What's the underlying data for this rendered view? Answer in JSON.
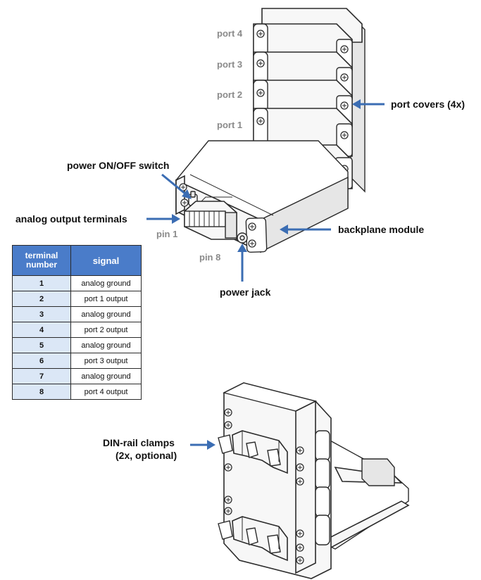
{
  "labels": {
    "port_4": "port 4",
    "port_3": "port 3",
    "port_2": "port 2",
    "port_1": "port 1",
    "port_covers": "port covers (4x)",
    "power_switch": "power ON/OFF switch",
    "analog_terminals": "analog output terminals",
    "pin_1": "pin 1",
    "pin_8": "pin 8",
    "backplane": "backplane module",
    "power_jack": "power jack",
    "din_clamps_line1": "DIN-rail clamps",
    "din_clamps_line2": "(2x, optional)"
  },
  "table": {
    "header_number_line1": "terminal",
    "header_number_line2": "number",
    "header_signal": "signal",
    "rows": [
      {
        "number": "1",
        "signal": "analog ground"
      },
      {
        "number": "2",
        "signal": "port 1 output"
      },
      {
        "number": "3",
        "signal": "analog ground"
      },
      {
        "number": "4",
        "signal": "port 2 output"
      },
      {
        "number": "5",
        "signal": "analog ground"
      },
      {
        "number": "6",
        "signal": "port 3 output"
      },
      {
        "number": "7",
        "signal": "analog ground"
      },
      {
        "number": "8",
        "signal": "port 4 output"
      }
    ]
  },
  "colors": {
    "accent_arrow": "#3b6db3",
    "table_header": "#4a7cc9",
    "table_number_cell": "#dbe7f6"
  }
}
